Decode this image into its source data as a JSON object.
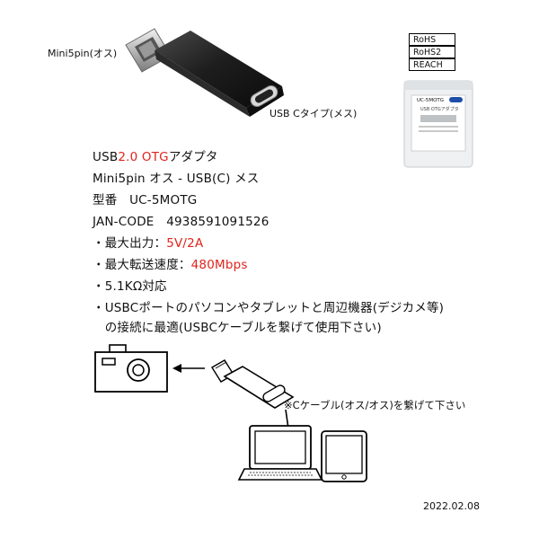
{
  "labels": {
    "mini_male": "Mini5pin(オス)",
    "usbc_female": "USB Cタイプ(メス)"
  },
  "certs": [
    "RoHS",
    "RoHS2",
    "REACH"
  ],
  "package": {
    "code": "UC-5MOTG",
    "sub": "USB OTGアダプタ"
  },
  "specs": {
    "line1_a": "USB",
    "line1_b": "2.0 OTG",
    "line1_c": "アダプタ",
    "line2": "Mini5pin オス - USB(C) メス",
    "line3": "型番　UC-5MOTG",
    "line4": "JAN-CODE　4938591091526",
    "line5_a": "・最大出力：",
    "line5_b": "5V/2A",
    "line6_a": "・最大転送速度：",
    "line6_b": "480Mbps",
    "line7": "・5.1KΩ対応",
    "line8": "・USBCポートのパソコンやタブレットと周辺機器(デジカメ等)",
    "line9": "　の接続に最適(USBCケーブルを繋げて使用下さい)"
  },
  "diagram": {
    "note": "※Cケーブル(オス/オス)を繋げて下さい"
  },
  "date": "2022.02.08",
  "colors": {
    "accent_red": "#e0231c",
    "adapter_black": "#1a1a1a"
  }
}
